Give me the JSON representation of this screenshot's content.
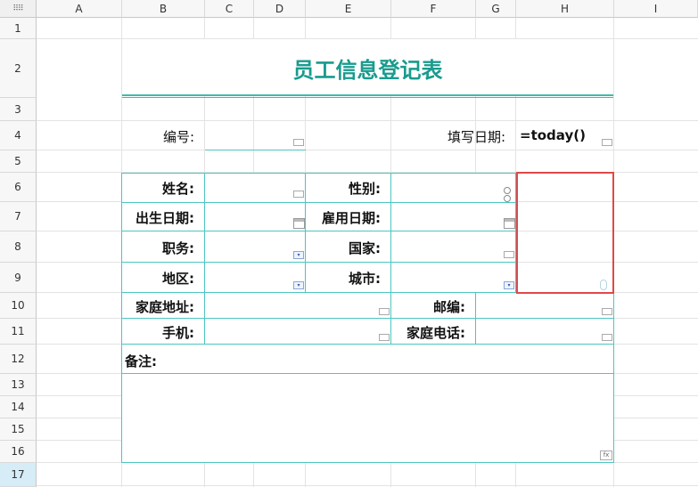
{
  "corner_label": "⠿⠿",
  "columns": [
    "A",
    "B",
    "C",
    "D",
    "E",
    "F",
    "G",
    "H",
    "I"
  ],
  "rows": [
    "1",
    "2",
    "3",
    "4",
    "5",
    "6",
    "7",
    "8",
    "9",
    "10",
    "11",
    "12",
    "13",
    "14",
    "15",
    "16",
    "17"
  ],
  "form": {
    "title": "员工信息登记表",
    "number_label": "编号:",
    "fill_date_label": "填写日期:",
    "fill_date_formula": "=today()",
    "name_label": "姓名:",
    "gender_label": "性别:",
    "birth_label": "出生日期:",
    "hire_label": "雇用日期:",
    "position_label": "职务:",
    "country_label": "国家:",
    "region_label": "地区:",
    "city_label": "城市:",
    "address_label": "家庭地址:",
    "zip_label": "邮编:",
    "mobile_label": "手机:",
    "home_phone_label": "家庭电话:",
    "remarks_label": "备注:"
  },
  "icons": {
    "fx": "fx",
    "dropdown": "▾"
  },
  "colors": {
    "title": "#199b8e",
    "border": "#4cc6bf",
    "selection": "#e04848",
    "active_row": "#d6ecf7"
  }
}
